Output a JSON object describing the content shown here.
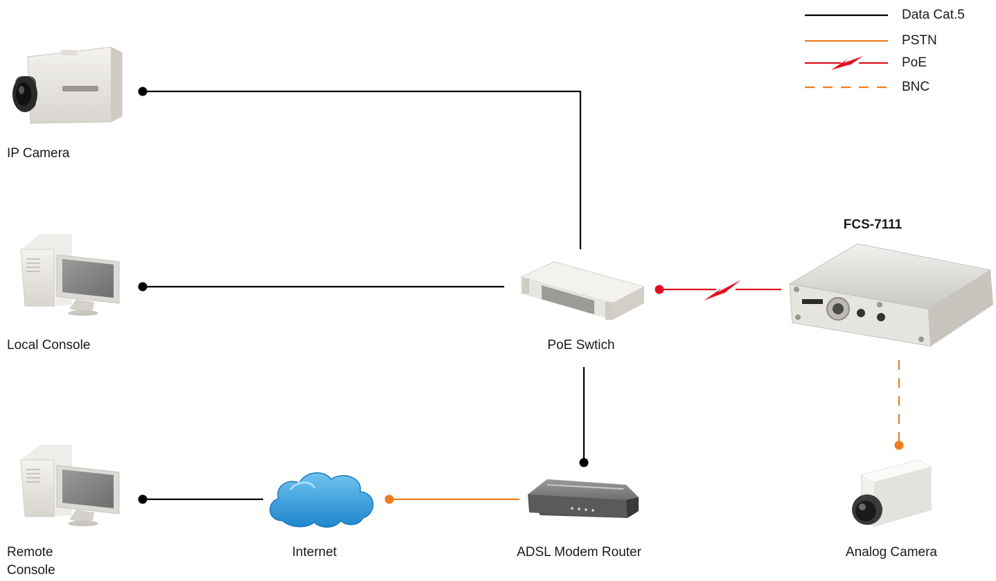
{
  "legend": {
    "data_cat5": "Data Cat.5",
    "pstn": "PSTN",
    "poe": "PoE",
    "bnc": "BNC"
  },
  "devices": {
    "ip_camera": "IP Camera",
    "local_console": "Local Console",
    "remote_console_line1": "Remote",
    "remote_console_line2": "Console",
    "poe_switch": "PoE Swtich",
    "fcs_7111": "FCS-7111",
    "internet": "Internet",
    "adsl_modem_router": "ADSL Modem Router",
    "analog_camera": "Analog Camera"
  },
  "colors": {
    "data_line": "#000000",
    "pstn_line": "#f07c1e",
    "poe_line": "#e01020",
    "bnc_line": "#f07c1e"
  }
}
